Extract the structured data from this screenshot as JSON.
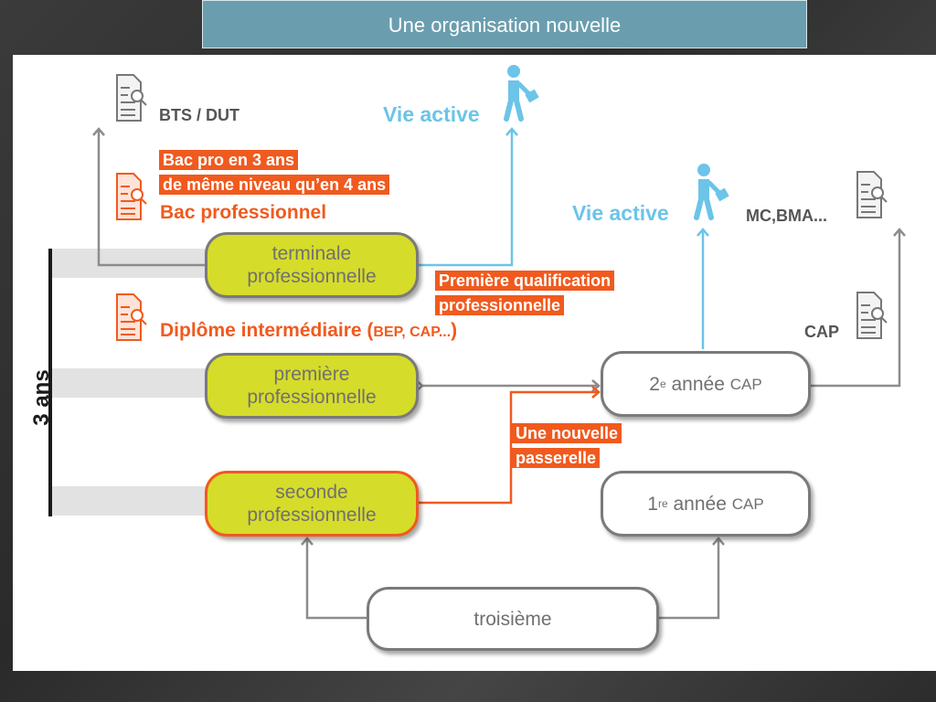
{
  "slide": {
    "title": "Une organisation nouvelle"
  },
  "diagram": {
    "years_label": "3 ans",
    "nodes": {
      "terminale": "terminale\nprofessionnelle",
      "premiere": "première\nprofessionnelle",
      "seconde": "seconde\nprofessionnelle",
      "troisieme": "troisième",
      "cap2_prefix": "2",
      "cap2_sup": "e",
      "cap2_text": " année ",
      "cap2_cap": "CAP",
      "cap1_prefix": "1",
      "cap1_sup": "re",
      "cap1_text": " année ",
      "cap1_cap": "CAP"
    },
    "labels": {
      "bts_dut": "BTS / DUT",
      "vie_active_1": "Vie active",
      "vie_active_2": "Vie active",
      "mc_bma": "MC,BMA...",
      "cap": "CAP",
      "bac_pro": "Bac professionnel",
      "diplome_main": "Diplôme intermédiaire (",
      "diplome_small": "BEP, CAP...",
      "diplome_end": ")"
    },
    "tags": {
      "bac_line1": "Bac pro en 3 ans",
      "bac_line2": "de même niveau qu’en 4 ans",
      "qualif_line1": "Première qualification",
      "qualif_line2": "professionnelle",
      "passerelle_line1": "Une nouvelle",
      "passerelle_line2": "passerelle"
    },
    "icons": [
      "document-icon",
      "document-icon",
      "document-icon",
      "document-icon",
      "document-icon",
      "walking-person-icon",
      "walking-person-icon"
    ],
    "colors": {
      "node_fill": "#d6dc2a",
      "accent_orange": "#f05a1e",
      "accent_blue": "#6cc4e8",
      "line_gray": "#8c8c8c",
      "title_bg": "#6a9eaf"
    }
  }
}
